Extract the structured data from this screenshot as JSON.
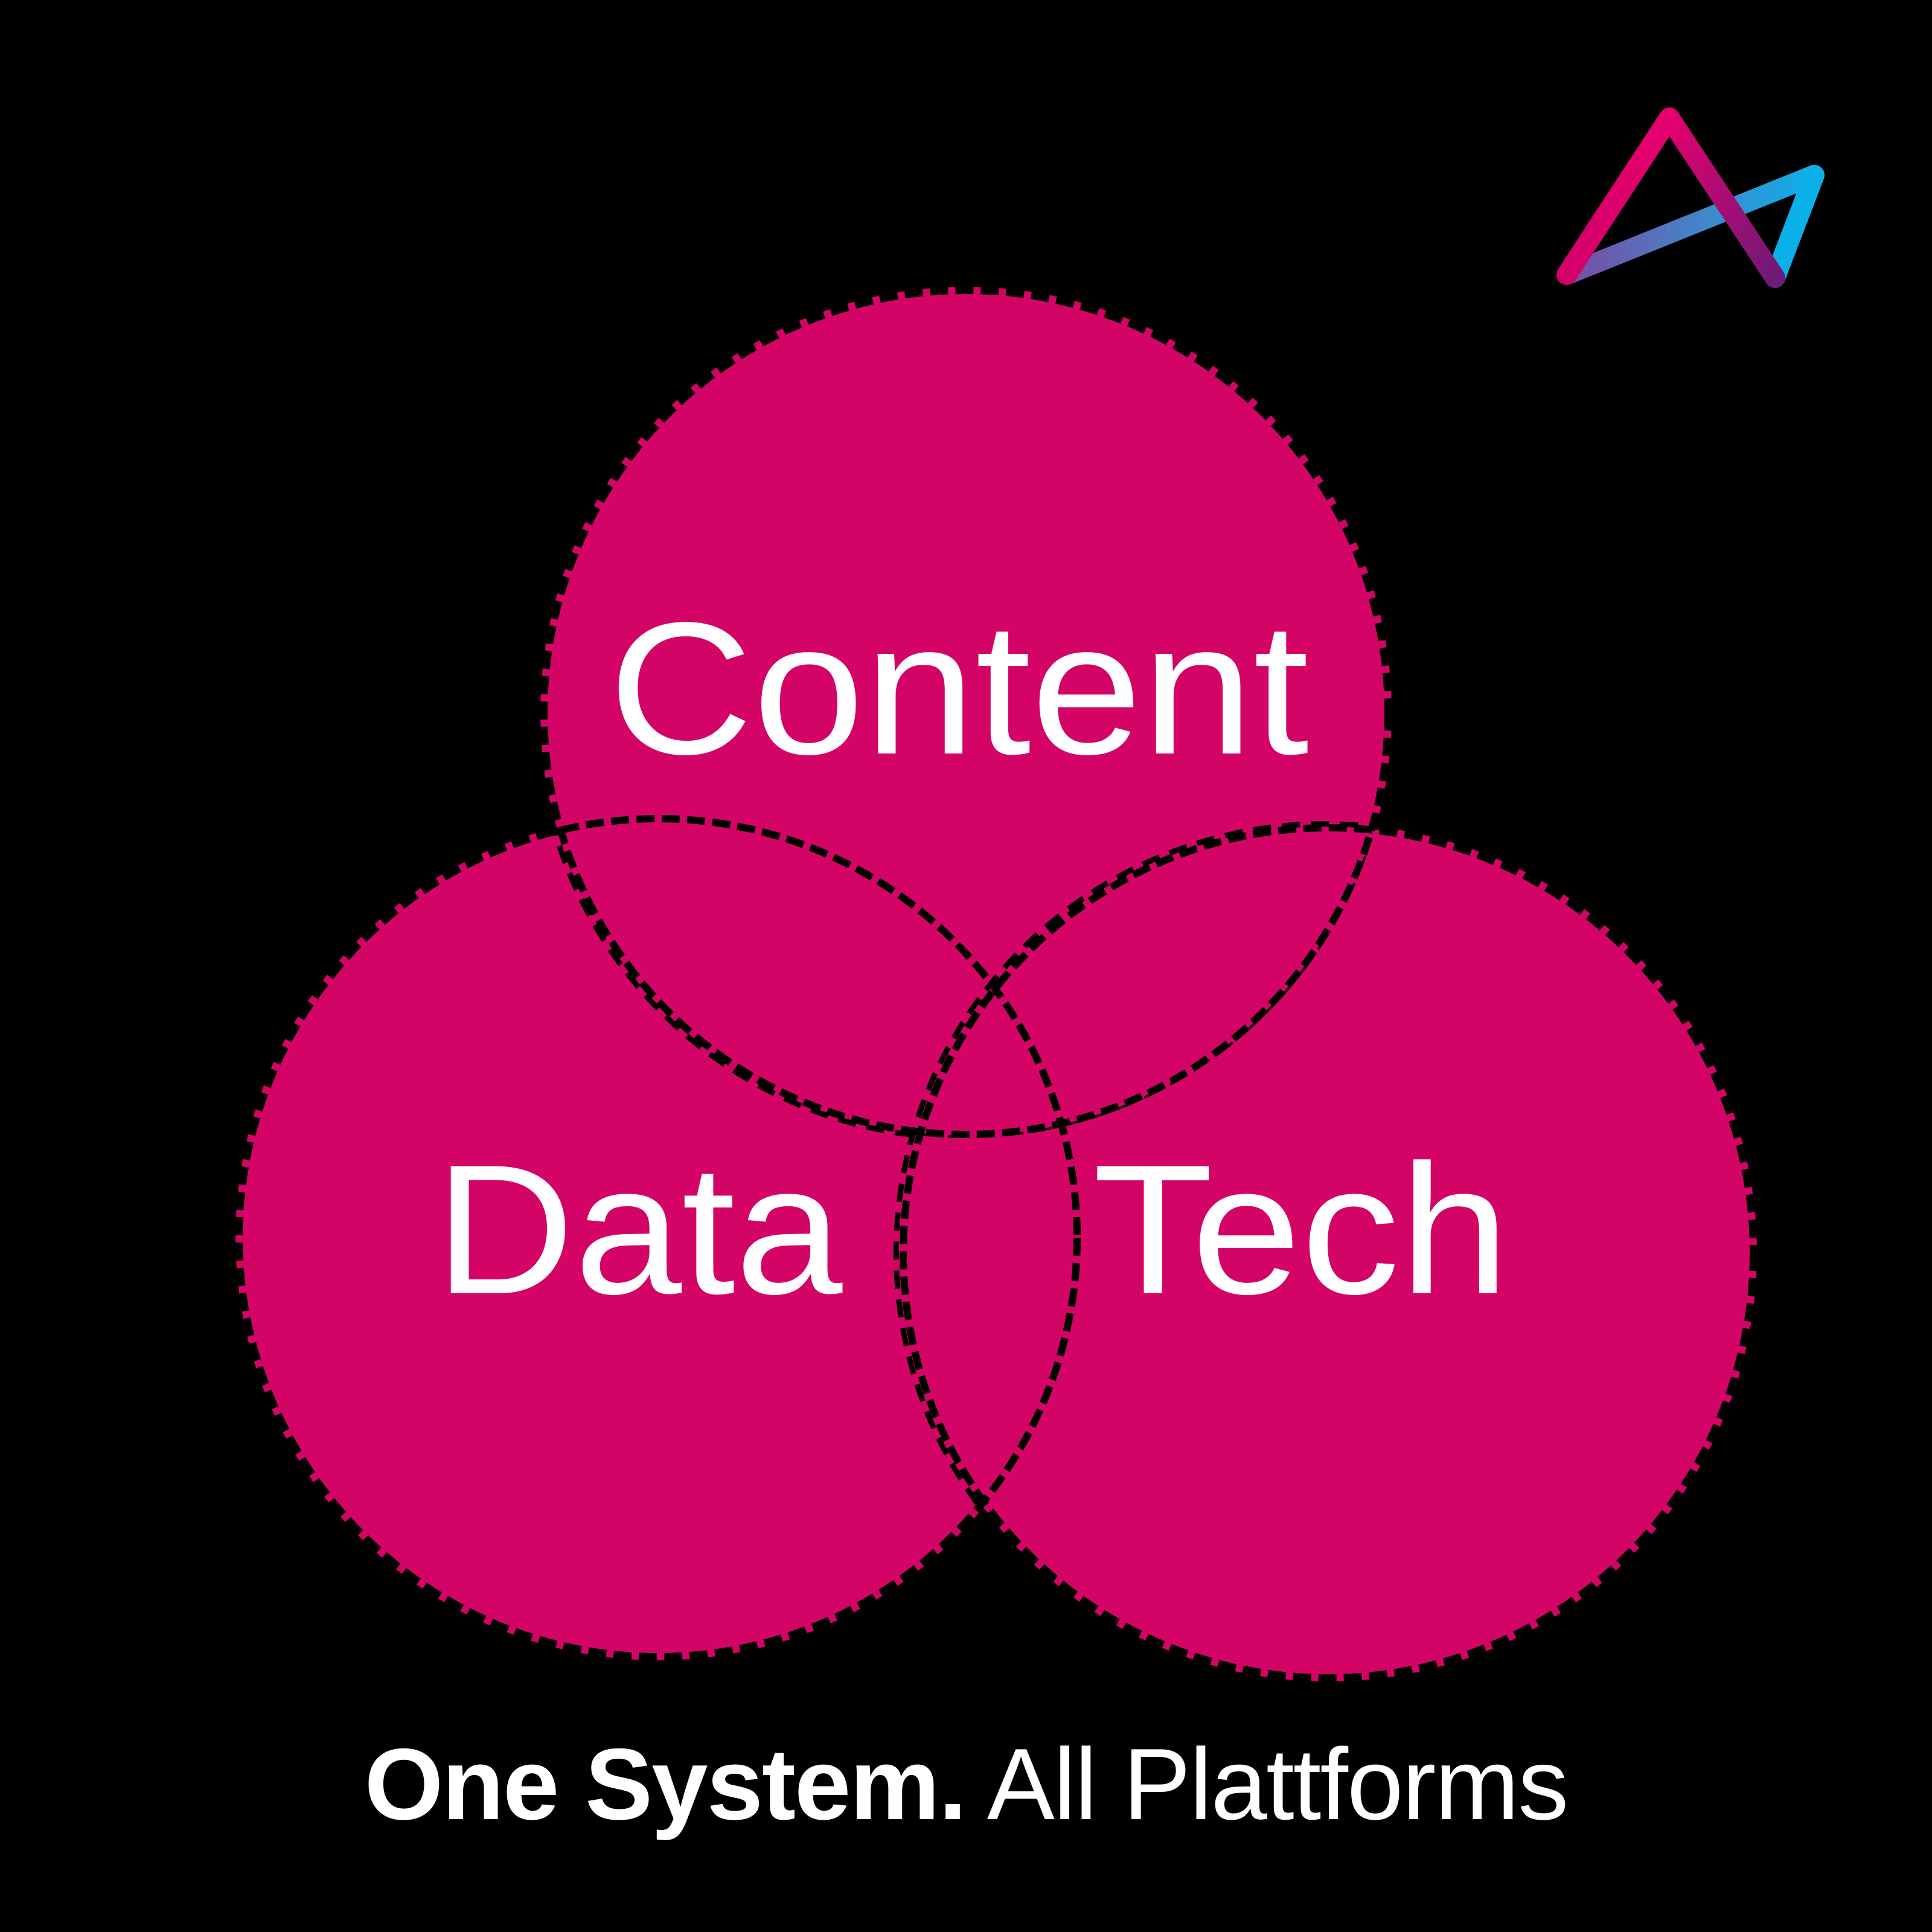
{
  "diagram": {
    "type": "venn",
    "circles": [
      {
        "id": "content",
        "label": "Content"
      },
      {
        "id": "data",
        "label": "Data"
      },
      {
        "id": "tech",
        "label": "Tech"
      }
    ]
  },
  "tagline": {
    "strong": "One System.",
    "light": "All Plattforms"
  },
  "logo": {
    "icon": "triangle-a-logo-icon"
  },
  "colors": {
    "background": "#000000",
    "circle_fill": "#D40466",
    "outline": "#000000",
    "text": "#FFFFFF",
    "logo_pink": "#E6006E",
    "logo_purple": "#7A1A7A",
    "logo_blue": "#0AB1E8"
  }
}
